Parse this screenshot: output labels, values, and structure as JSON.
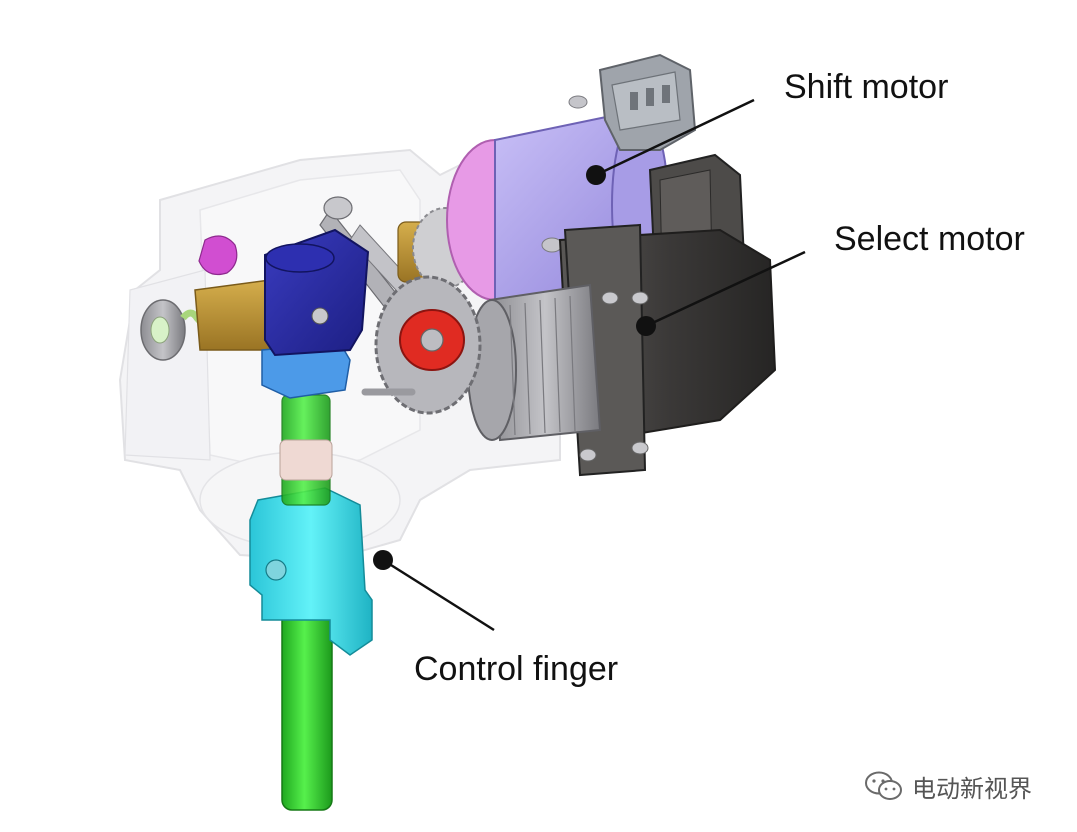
{
  "labels": {
    "shift_motor": "Shift motor",
    "select_motor": "Select motor",
    "control_finger": "Control finger"
  },
  "watermark": {
    "text": "电动新视界",
    "icon": "wechat-icon"
  },
  "colors": {
    "housing": "#e8e8ea",
    "shift_motor": "#b4a8ef",
    "shift_motor_flange": "#e79ae6",
    "select_motor": "#3e3c3b",
    "gear_gray": "#a9a9ad",
    "gear_red": "#d9261c",
    "finger_green": "#2fd12c",
    "finger_cyan": "#48e6f0",
    "coupler_blue": "#2b2da6",
    "coupler_light_blue": "#3a8ede",
    "brass": "#b99033",
    "magenta": "#c844c8"
  }
}
